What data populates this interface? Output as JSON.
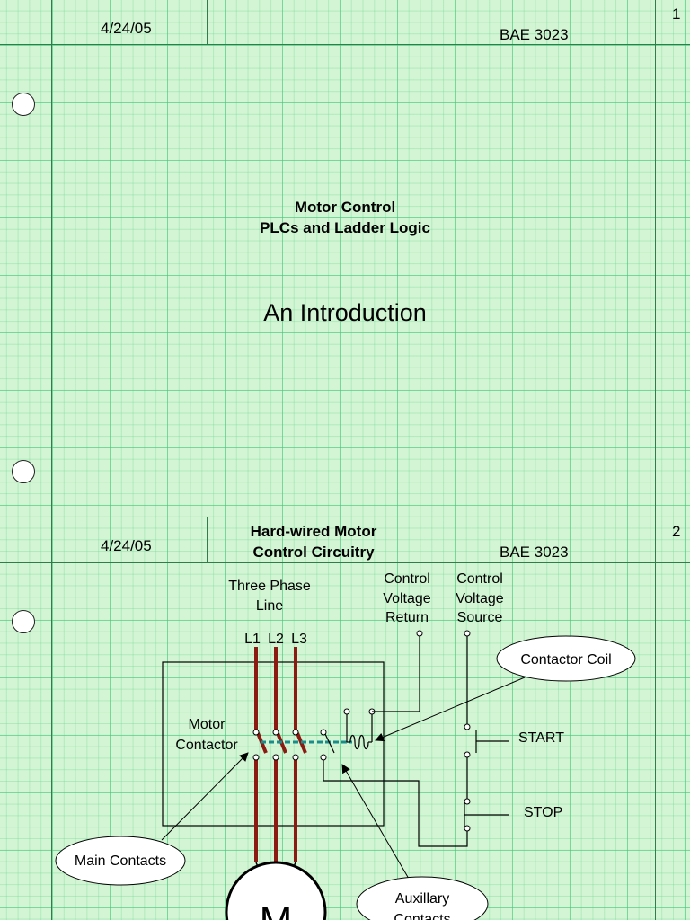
{
  "slide1": {
    "number": "1",
    "date": "4/24/05",
    "course": "BAE 3023",
    "title_line1": "Motor Control",
    "title_line2": "PLCs and Ladder Logic",
    "subtitle": "An Introduction"
  },
  "slide2": {
    "number": "2",
    "date": "4/24/05",
    "course": "BAE 3023",
    "title_line1": "Hard-wired Motor",
    "title_line2": "Control Circuitry",
    "diagram": {
      "three_phase_1": "Three Phase",
      "three_phase_2": "Line",
      "l1": "L1",
      "l2": "L2",
      "l3": "L3",
      "cv_return_1": "Control",
      "cv_return_2": "Voltage",
      "cv_return_3": "Return",
      "cv_source_1": "Control",
      "cv_source_2": "Voltage",
      "cv_source_3": "Source",
      "contactor_coil": "Contactor Coil",
      "motor_contactor_1": "Motor",
      "motor_contactor_2": "Contactor",
      "start": "START",
      "stop": "STOP",
      "main_contacts": "Main Contacts",
      "auxillary_1": "Auxillary",
      "auxillary_2": "Contacts",
      "motor": "M"
    }
  }
}
